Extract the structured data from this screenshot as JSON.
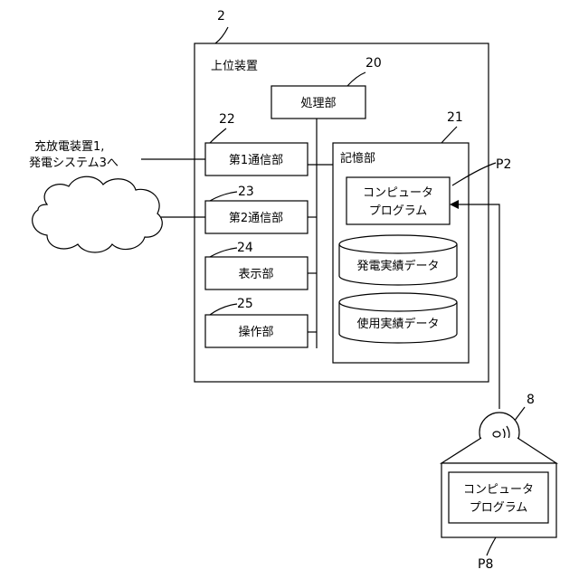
{
  "device": {
    "ref": "2",
    "title": "上位装置"
  },
  "processor": {
    "ref": "20",
    "label": "処理部"
  },
  "storage": {
    "ref": "21",
    "label": "記憶部",
    "program": {
      "ref": "P2",
      "line1": "コンピュータ",
      "line2": "プログラム"
    },
    "db_generation": "発電実績データ",
    "db_usage": "使用実績データ"
  },
  "comm1": {
    "ref": "22",
    "label": "第1通信部",
    "external_line1": "充放電装置1,",
    "external_line2": "発電システム3へ"
  },
  "comm2": {
    "ref": "23",
    "label": "第2通信部"
  },
  "display": {
    "ref": "24",
    "label": "表示部"
  },
  "operation": {
    "ref": "25",
    "label": "操作部"
  },
  "media": {
    "ref": "8",
    "program_ref": "P8",
    "line1": "コンピュータ",
    "line2": "プログラム"
  }
}
